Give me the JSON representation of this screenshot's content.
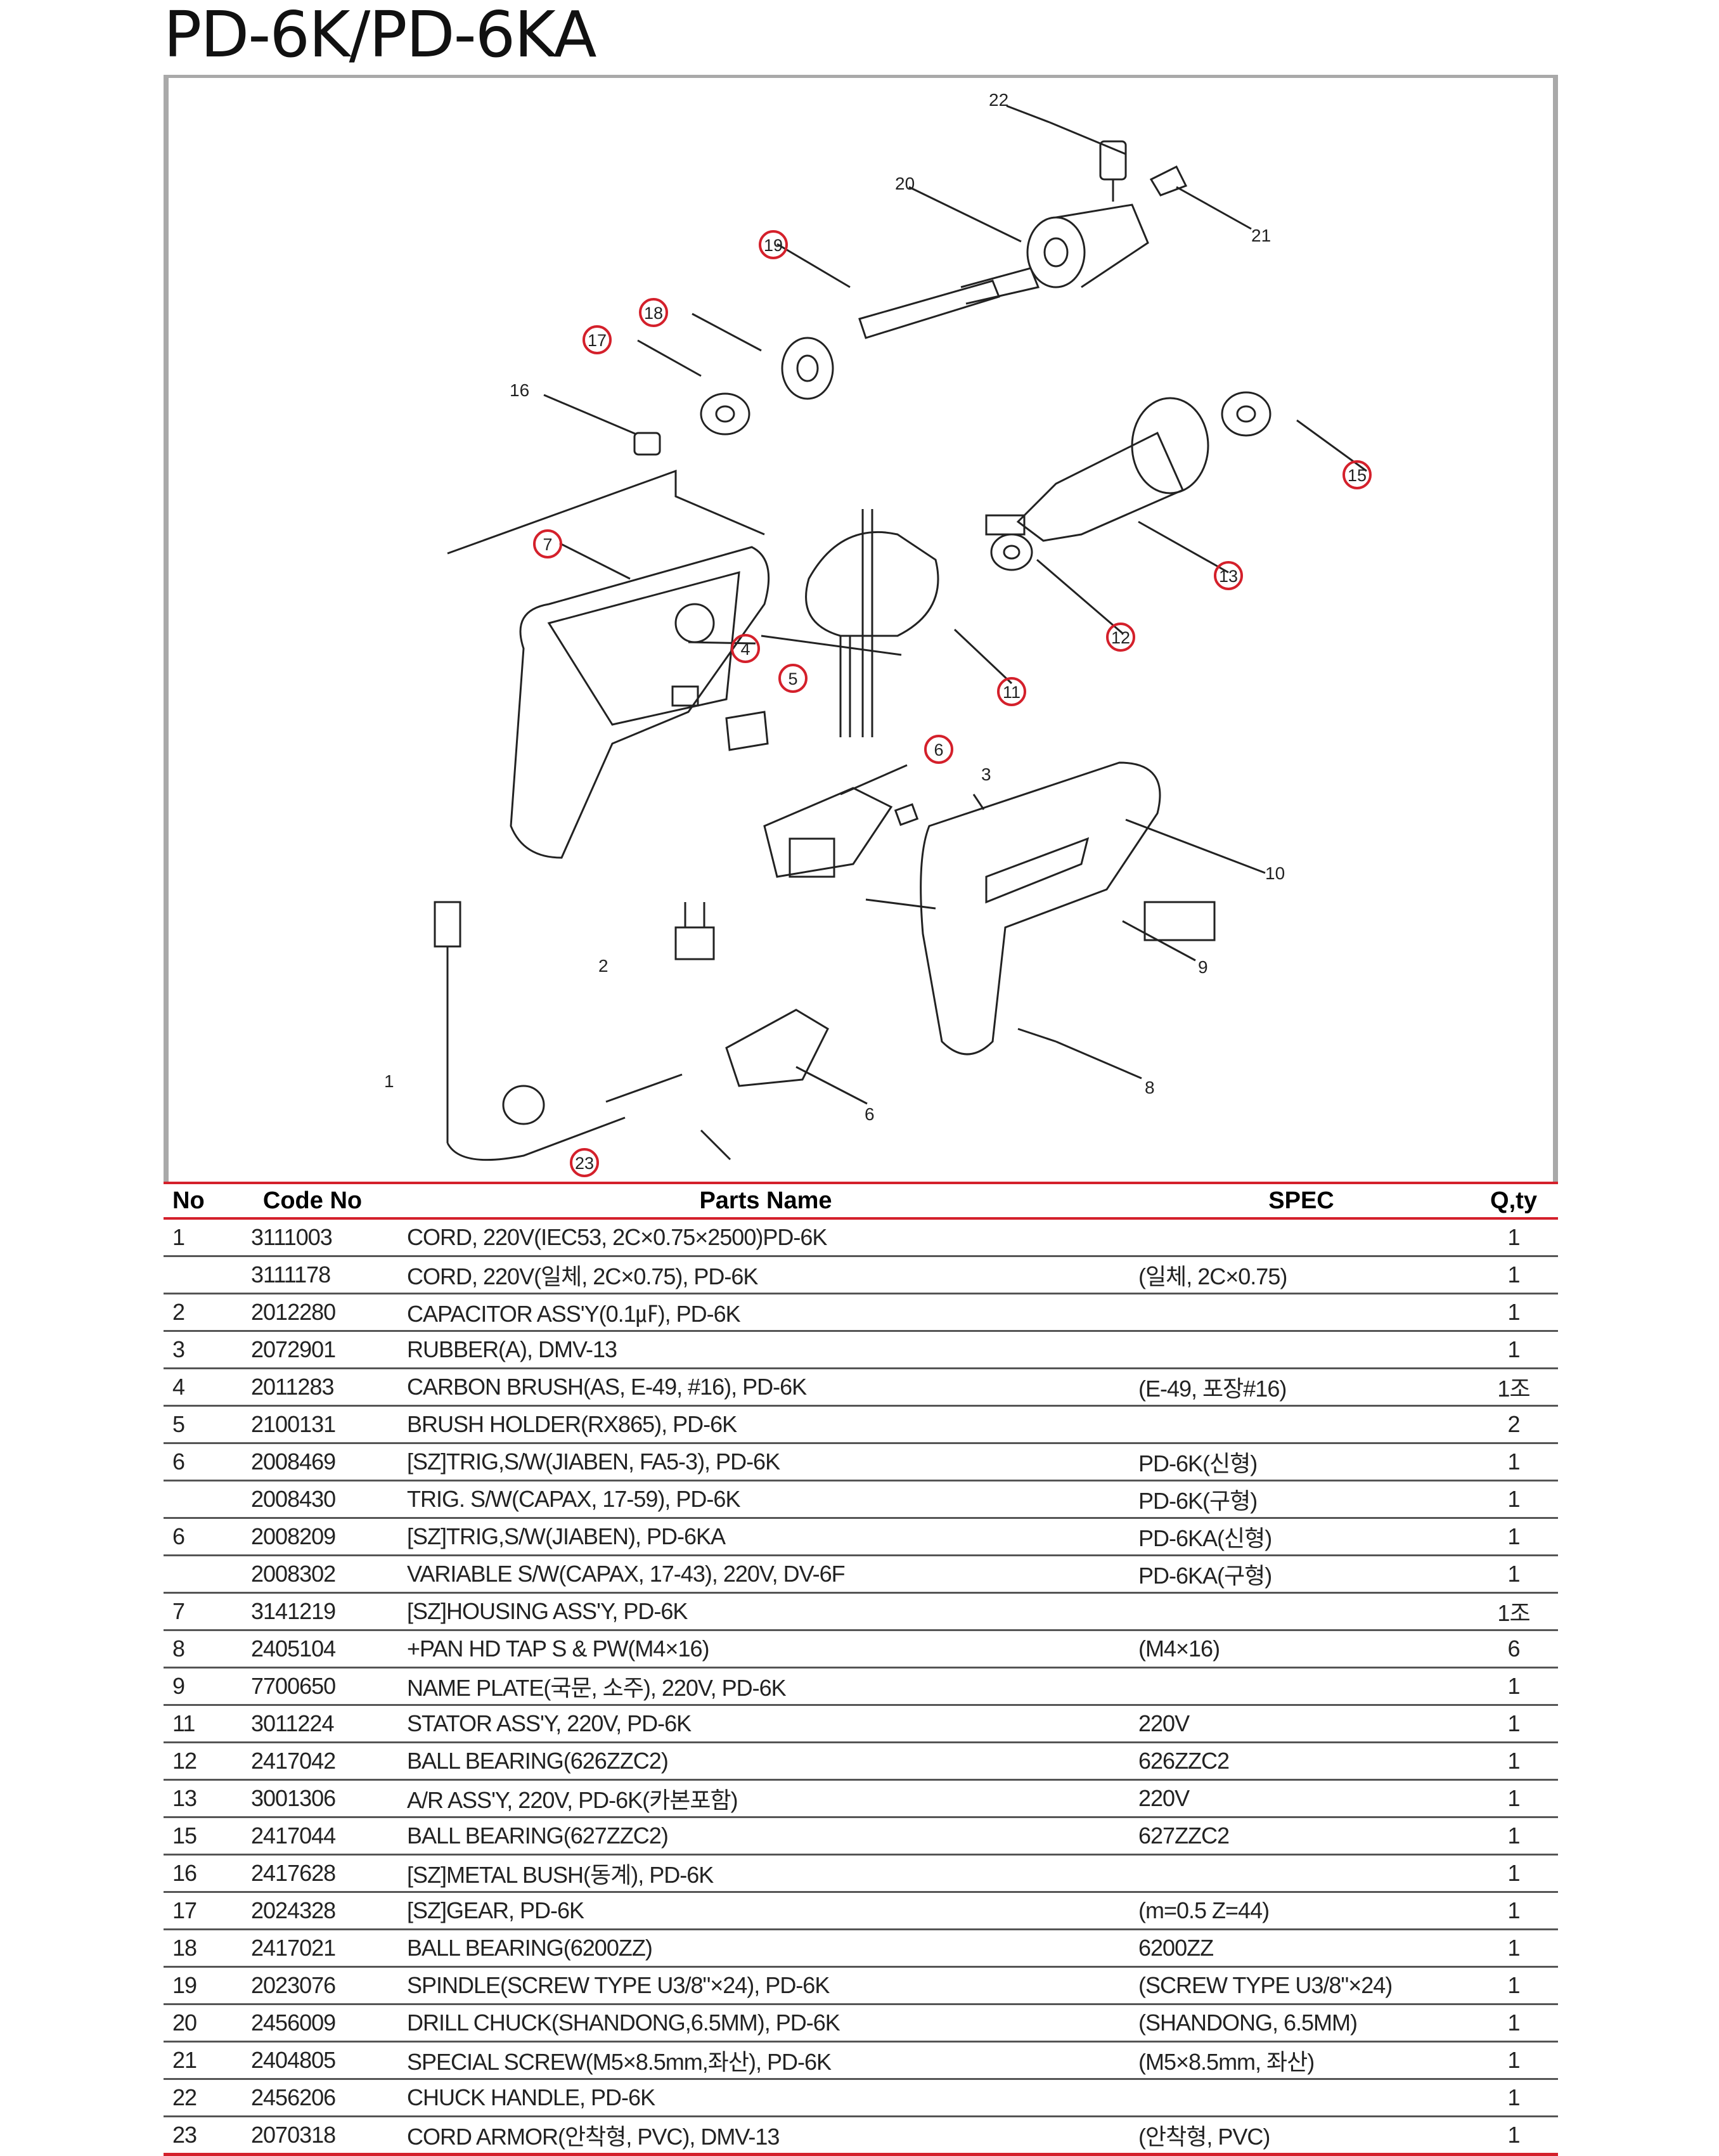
{
  "title": "PD-6K/PD-6KA",
  "diagram": {
    "labels": {
      "p1": "1",
      "p2": "2",
      "p3": "3",
      "p6": "6",
      "p8": "8",
      "p9": "9",
      "p10": "10",
      "p16": "16",
      "p20": "20",
      "p21": "21",
      "p22": "22",
      "c4": "4",
      "c5": "5",
      "c6": "6",
      "c7": "7",
      "c11": "11",
      "c12": "12",
      "c13": "13",
      "c15": "15",
      "c17": "17",
      "c18": "18",
      "c19": "19",
      "c23": "23"
    }
  },
  "table": {
    "headers": {
      "no": "No",
      "code": "Code No",
      "name": "Parts Name",
      "spec": "SPEC",
      "qty": "Q,ty"
    },
    "rows": [
      {
        "no": "1",
        "code": "3111003",
        "name": "CORD, 220V(IEC53, 2C×0.75×2500)PD-6K",
        "spec": "",
        "qty": "1"
      },
      {
        "no": "",
        "code": "3111178",
        "name": "CORD, 220V(일체, 2C×0.75), PD-6K",
        "spec": "(일체, 2C×0.75)",
        "qty": "1"
      },
      {
        "no": "2",
        "code": "2012280",
        "name": "CAPACITOR ASS'Y(0.1㎌), PD-6K",
        "spec": "",
        "qty": "1"
      },
      {
        "no": "3",
        "code": "2072901",
        "name": "RUBBER(A), DMV-13",
        "spec": "",
        "qty": "1"
      },
      {
        "no": "4",
        "code": "2011283",
        "name": "CARBON BRUSH(AS, E-49, #16), PD-6K",
        "spec": "(E-49, 포장#16)",
        "qty": "1조"
      },
      {
        "no": "5",
        "code": "2100131",
        "name": "BRUSH HOLDER(RX865), PD-6K",
        "spec": "",
        "qty": "2"
      },
      {
        "no": "6",
        "code": "2008469",
        "name": "[SZ]TRIG,S/W(JIABEN, FA5-3), PD-6K",
        "spec": "PD-6K(신형)",
        "qty": "1"
      },
      {
        "no": "",
        "code": "2008430",
        "name": "TRIG. S/W(CAPAX, 17-59), PD-6K",
        "spec": "PD-6K(구형)",
        "qty": "1"
      },
      {
        "no": "6",
        "code": "2008209",
        "name": "[SZ]TRIG,S/W(JIABEN), PD-6KA",
        "spec": "PD-6KA(신형)",
        "qty": "1"
      },
      {
        "no": "",
        "code": "2008302",
        "name": "VARIABLE S/W(CAPAX, 17-43), 220V, DV-6F",
        "spec": "PD-6KA(구형)",
        "qty": "1"
      },
      {
        "no": "7",
        "code": "3141219",
        "name": "[SZ]HOUSING ASS'Y, PD-6K",
        "spec": "",
        "qty": "1조"
      },
      {
        "no": "8",
        "code": "2405104",
        "name": "+PAN HD TAP S & PW(M4×16)",
        "spec": "(M4×16)",
        "qty": "6"
      },
      {
        "no": "9",
        "code": "7700650",
        "name": "NAME PLATE(국문, 소주), 220V, PD-6K",
        "spec": "",
        "qty": "1"
      },
      {
        "no": "11",
        "code": "3011224",
        "name": "STATOR ASS'Y, 220V, PD-6K",
        "spec": "220V",
        "qty": "1"
      },
      {
        "no": "12",
        "code": "2417042",
        "name": "BALL BEARING(626ZZC2)",
        "spec": "626ZZC2",
        "qty": "1"
      },
      {
        "no": "13",
        "code": "3001306",
        "name": "A/R ASS'Y, 220V, PD-6K(카본포함)",
        "spec": "220V",
        "qty": "1"
      },
      {
        "no": "15",
        "code": "2417044",
        "name": "BALL BEARING(627ZZC2)",
        "spec": "627ZZC2",
        "qty": "1"
      },
      {
        "no": "16",
        "code": "2417628",
        "name": "[SZ]METAL BUSH(동계), PD-6K",
        "spec": "",
        "qty": "1"
      },
      {
        "no": "17",
        "code": "2024328",
        "name": "[SZ]GEAR, PD-6K",
        "spec": "(m=0.5 Z=44)",
        "qty": "1"
      },
      {
        "no": "18",
        "code": "2417021",
        "name": "BALL BEARING(6200ZZ)",
        "spec": "6200ZZ",
        "qty": "1"
      },
      {
        "no": "19",
        "code": "2023076",
        "name": "SPINDLE(SCREW TYPE U3/8\"×24), PD-6K",
        "spec": "(SCREW TYPE U3/8\"×24)",
        "qty": "1"
      },
      {
        "no": "20",
        "code": "2456009",
        "name": "DRILL CHUCK(SHANDONG,6.5MM), PD-6K",
        "spec": "(SHANDONG, 6.5MM)",
        "qty": "1"
      },
      {
        "no": "21",
        "code": "2404805",
        "name": "SPECIAL SCREW(M5×8.5mm,좌산), PD-6K",
        "spec": "(M5×8.5mm, 좌산)",
        "qty": "1"
      },
      {
        "no": "22",
        "code": "2456206",
        "name": "CHUCK HANDLE, PD-6K",
        "spec": "",
        "qty": "1"
      },
      {
        "no": "23",
        "code": "2070318",
        "name": "CORD ARMOR(안착형, PVC), DMV-13",
        "spec": "(안착형, PVC)",
        "qty": "1"
      }
    ]
  }
}
